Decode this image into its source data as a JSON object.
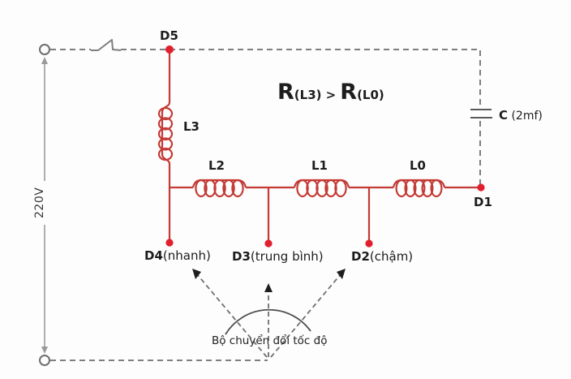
{
  "diagram": {
    "source_voltage": "220V",
    "formula": {
      "r1": "R",
      "sub1": "(L3)",
      "op": ">",
      "r2": "R",
      "sub2": "(L0)"
    },
    "capacitor": {
      "name": "C",
      "value": "(2mf)"
    },
    "inductors": [
      {
        "label": "L3"
      },
      {
        "label": "L2"
      },
      {
        "label": "L1"
      },
      {
        "label": "L0"
      }
    ],
    "terminals": {
      "d5": {
        "id": "D5"
      },
      "d4": {
        "id": "D4",
        "note": "(nhanh)"
      },
      "d3": {
        "id": "D3",
        "note": "(trung bình)"
      },
      "d2": {
        "id": "D2",
        "note": "(chậm)"
      },
      "d1": {
        "id": "D1"
      }
    },
    "selector_label": "Bộ chuyển đổi tốc độ",
    "colors": {
      "wire_red": "#c43a35",
      "dot_red": "#e0202e",
      "wire_gray": "#7e7e7e",
      "text": "#1c1c1c"
    }
  }
}
